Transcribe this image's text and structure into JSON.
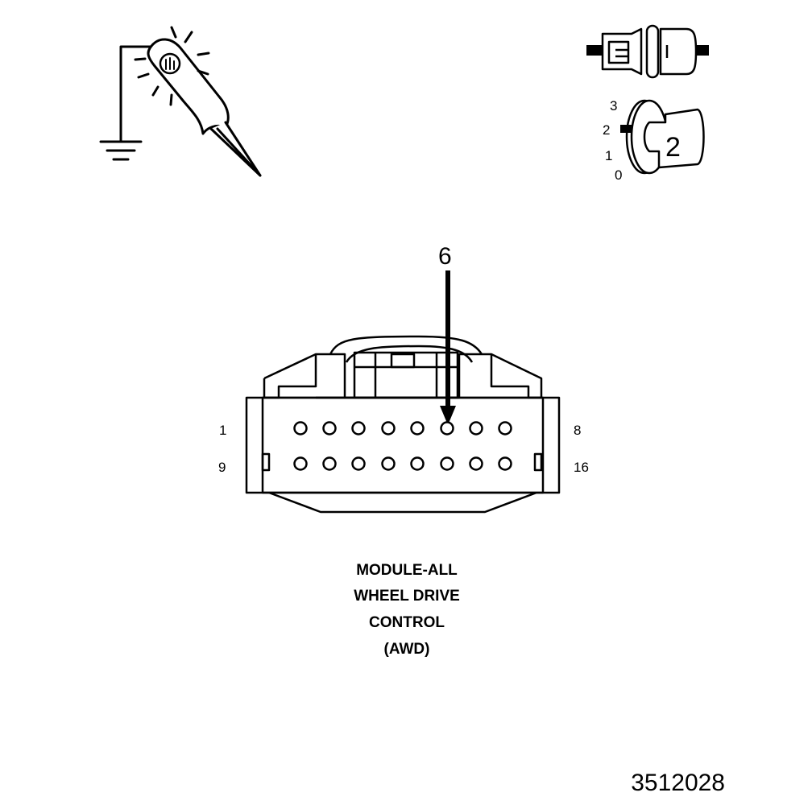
{
  "figure_id": "3512028",
  "callout_pin": "6",
  "ignition_key": {
    "position_labels": [
      "3",
      "2",
      "1",
      "0"
    ],
    "selected_position": "2"
  },
  "connector": {
    "pin_labels": {
      "top_left": "1",
      "top_right": "8",
      "bottom_left": "9",
      "bottom_right": "16"
    },
    "caption_lines": [
      "MODULE-ALL",
      "WHEEL DRIVE",
      "CONTROL",
      "(AWD)"
    ]
  }
}
